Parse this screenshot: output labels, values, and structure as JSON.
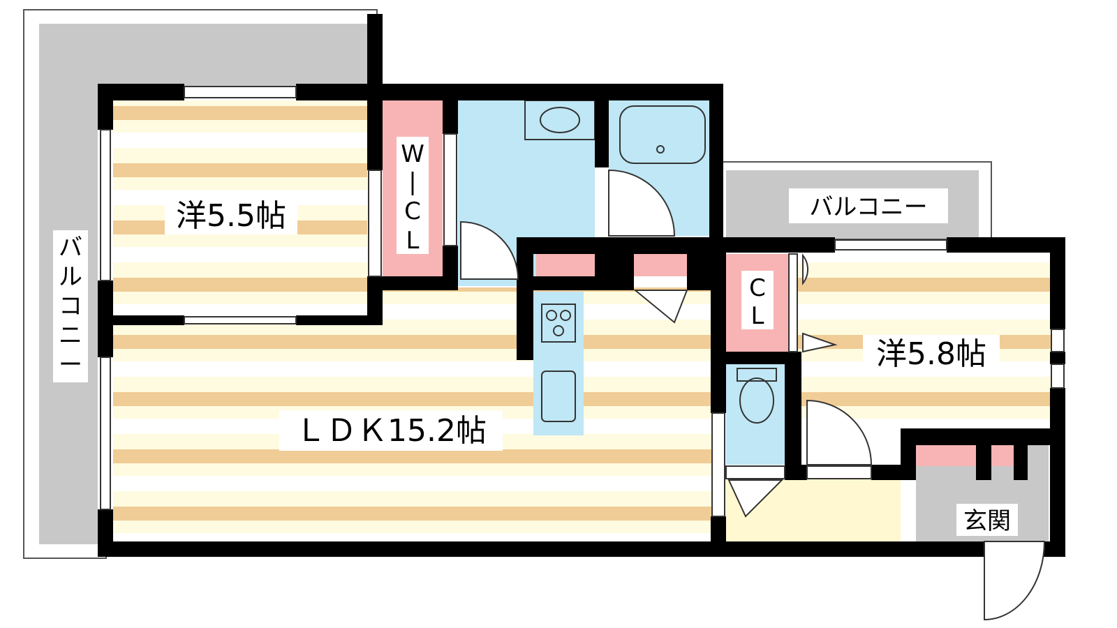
{
  "rooms": {
    "western_a": "洋5.5帖",
    "western_b": "洋5.8帖",
    "ldk": "ＬＤＫ15.2帖",
    "walk_in_closet": [
      "W",
      "|",
      "C",
      "L"
    ],
    "closet": [
      "C",
      "L"
    ],
    "entrance": "玄関"
  },
  "balconies": {
    "left": [
      "バ",
      "ル",
      "コ",
      "ニ",
      "ー"
    ],
    "right": "バルコニー"
  },
  "colors": {
    "wall": "#000000",
    "floor_light": "#fffbe0",
    "floor_stripe": "#f0cc96",
    "balcony": "#c8c8c8",
    "wet_area": "#bfe7f5",
    "storage": "#f8b4b4",
    "corridor": "#fff8d0",
    "entrance": "#c8c8c8"
  }
}
